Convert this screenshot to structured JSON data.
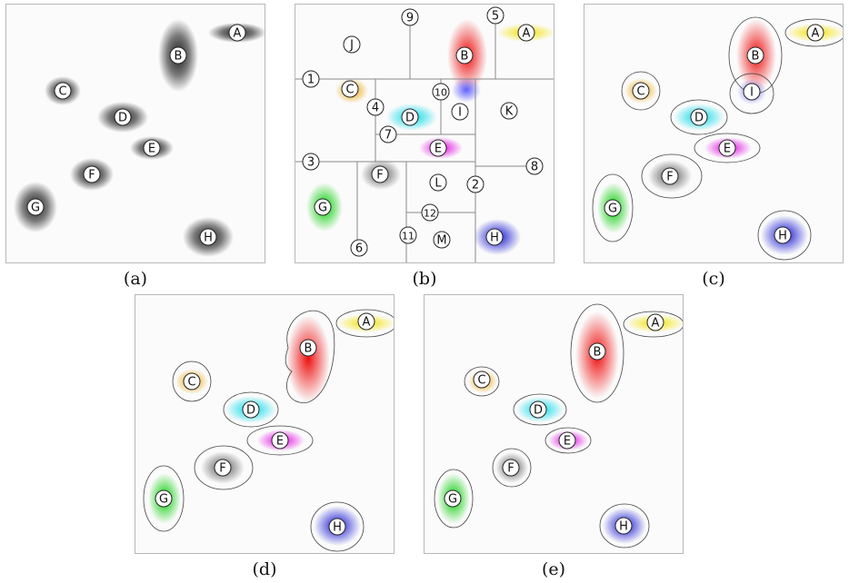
{
  "colors": {
    "A": "#f2e200",
    "B": "#ee1111",
    "C": "#e8a000",
    "D": "#00d8e8",
    "E": "#e000e0",
    "F": "#555555",
    "G": "#00cc00",
    "H": "#1010d0",
    "I": "#3a3aff",
    "dark": "#111111"
  },
  "panels": [
    {
      "caption": "(a)",
      "clusters": [
        {
          "id": "A",
          "label": "A"
        },
        {
          "id": "B",
          "label": "B"
        },
        {
          "id": "C",
          "label": "C"
        },
        {
          "id": "D",
          "label": "D"
        },
        {
          "id": "E",
          "label": "E"
        },
        {
          "id": "F",
          "label": "F"
        },
        {
          "id": "G",
          "label": "G"
        },
        {
          "id": "H",
          "label": "H"
        }
      ]
    },
    {
      "caption": "(b)",
      "clusters": [
        {
          "id": "A",
          "label": "A"
        },
        {
          "id": "B",
          "label": "B"
        },
        {
          "id": "C",
          "label": "C"
        },
        {
          "id": "D",
          "label": "D"
        },
        {
          "id": "E",
          "label": "E"
        },
        {
          "id": "F",
          "label": "F"
        },
        {
          "id": "G",
          "label": "G"
        },
        {
          "id": "H",
          "label": "H"
        }
      ],
      "split_labels": [
        "1",
        "2",
        "3",
        "4",
        "5",
        "6",
        "7",
        "8",
        "9",
        "10",
        "11",
        "12"
      ],
      "empty_labels": [
        "I",
        "J",
        "K",
        "L",
        "M"
      ]
    },
    {
      "caption": "(c)",
      "clusters": [
        {
          "id": "A",
          "label": "A"
        },
        {
          "id": "B",
          "label": "B"
        },
        {
          "id": "C",
          "label": "C"
        },
        {
          "id": "D",
          "label": "D"
        },
        {
          "id": "E",
          "label": "E"
        },
        {
          "id": "F",
          "label": "F"
        },
        {
          "id": "G",
          "label": "G"
        },
        {
          "id": "H",
          "label": "H"
        },
        {
          "id": "I",
          "label": "I"
        }
      ]
    },
    {
      "caption": "(d)",
      "clusters": [
        {
          "id": "A",
          "label": "A"
        },
        {
          "id": "B",
          "label": "B"
        },
        {
          "id": "C",
          "label": "C"
        },
        {
          "id": "D",
          "label": "D"
        },
        {
          "id": "E",
          "label": "E"
        },
        {
          "id": "F",
          "label": "F"
        },
        {
          "id": "G",
          "label": "G"
        },
        {
          "id": "H",
          "label": "H"
        }
      ]
    },
    {
      "caption": "(e)",
      "clusters": [
        {
          "id": "A",
          "label": "A"
        },
        {
          "id": "B",
          "label": "B"
        },
        {
          "id": "C",
          "label": "C"
        },
        {
          "id": "D",
          "label": "D"
        },
        {
          "id": "E",
          "label": "E"
        },
        {
          "id": "F",
          "label": "F"
        },
        {
          "id": "G",
          "label": "G"
        },
        {
          "id": "H",
          "label": "H"
        }
      ]
    }
  ]
}
